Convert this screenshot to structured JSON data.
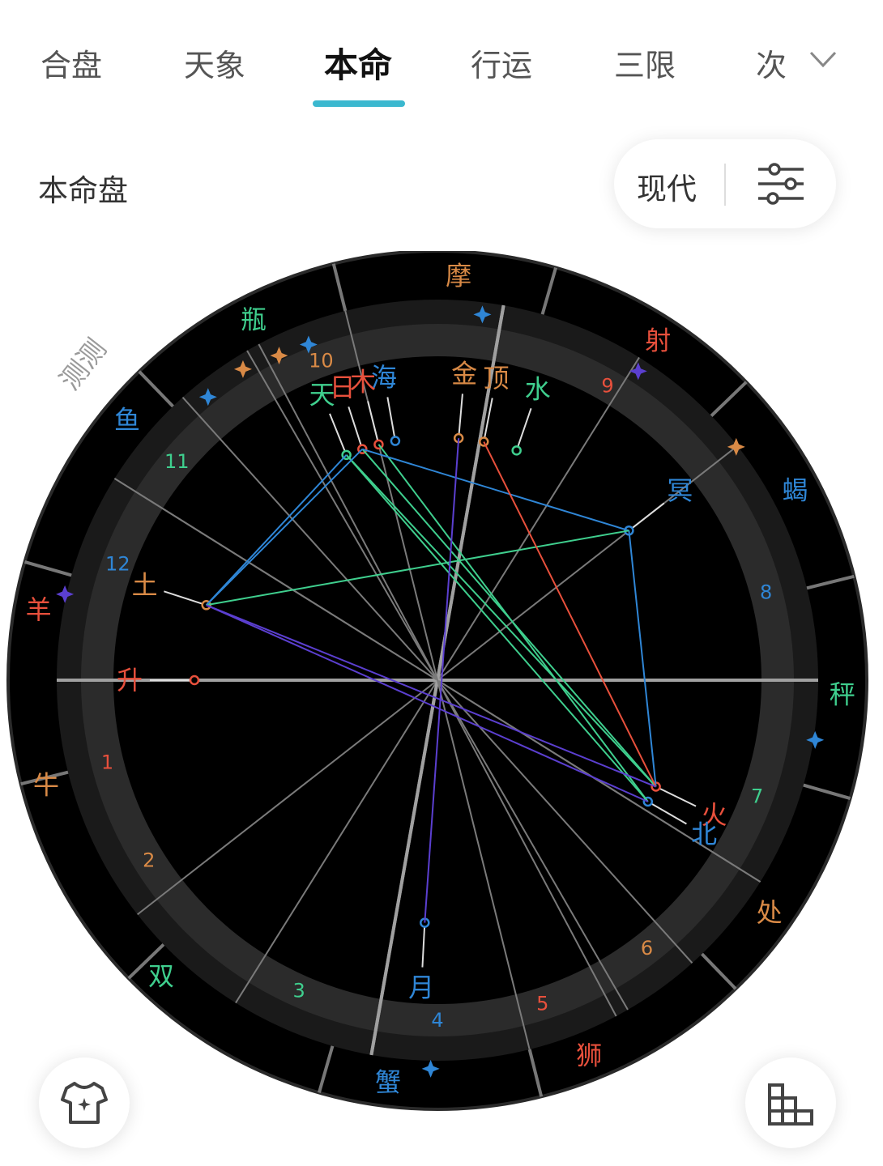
{
  "tabs": [
    {
      "label": "合盘"
    },
    {
      "label": "天象"
    },
    {
      "label": "本命",
      "active": true
    },
    {
      "label": "行运"
    },
    {
      "label": "三限"
    },
    {
      "label": "次"
    }
  ],
  "subtitle": "本命盘",
  "mode_button": {
    "label": "现代"
  },
  "watermark": "测测",
  "colors": {
    "accent": "#3bb8cf",
    "fire": "#e8503c",
    "earth": "#d98a46",
    "air": "#3fcf8e",
    "water": "#2f86d6",
    "purple": "#5b3fd0"
  },
  "signs": [
    {
      "label": "摩",
      "color": "earth",
      "deg": 3
    },
    {
      "label": "射",
      "color": "fire",
      "deg": 33
    },
    {
      "label": "蝎",
      "color": "water",
      "deg": 62
    },
    {
      "label": "秤",
      "color": "air",
      "deg": 92
    },
    {
      "label": "处",
      "color": "earth",
      "deg": 125
    },
    {
      "label": "狮",
      "color": "fire",
      "deg": 158
    },
    {
      "label": "蟹",
      "color": "water",
      "deg": 187
    },
    {
      "label": "双",
      "color": "air",
      "deg": 223
    },
    {
      "label": "牛",
      "color": "earth",
      "deg": 255
    },
    {
      "label": "羊",
      "color": "fire",
      "deg": 280
    },
    {
      "label": "鱼",
      "color": "water",
      "deg": 310
    },
    {
      "label": "瓶",
      "color": "air",
      "deg": 333
    }
  ],
  "houses": [
    {
      "label": "1",
      "color": "fire"
    },
    {
      "label": "2",
      "color": "earth"
    },
    {
      "label": "3",
      "color": "air"
    },
    {
      "label": "4",
      "color": "water"
    },
    {
      "label": "5",
      "color": "fire"
    },
    {
      "label": "6",
      "color": "earth"
    },
    {
      "label": "7",
      "color": "air"
    },
    {
      "label": "8",
      "color": "water"
    },
    {
      "label": "9",
      "color": "fire"
    },
    {
      "label": "10",
      "color": "earth"
    },
    {
      "label": "11",
      "color": "air"
    },
    {
      "label": "12",
      "color": "water"
    }
  ],
  "planets": [
    {
      "label": "日",
      "color": "fire",
      "deg": -18
    },
    {
      "label": "木",
      "color": "fire",
      "deg": -14
    },
    {
      "label": "海",
      "color": "water",
      "deg": -10
    },
    {
      "label": "天",
      "color": "air",
      "deg": -22
    },
    {
      "label": "金",
      "color": "earth",
      "deg": 5
    },
    {
      "label": "顶",
      "color": "earth",
      "deg": 11
    },
    {
      "label": "水",
      "color": "air",
      "deg": 19
    },
    {
      "label": "冥",
      "color": "water",
      "deg": 52
    },
    {
      "label": "火",
      "color": "fire",
      "deg": 116
    },
    {
      "label": "北",
      "color": "water",
      "deg": 120
    },
    {
      "label": "月",
      "color": "water",
      "deg": 183
    },
    {
      "label": "升",
      "color": "fire",
      "deg": 270
    },
    {
      "label": "土",
      "color": "earth",
      "deg": 288
    }
  ]
}
